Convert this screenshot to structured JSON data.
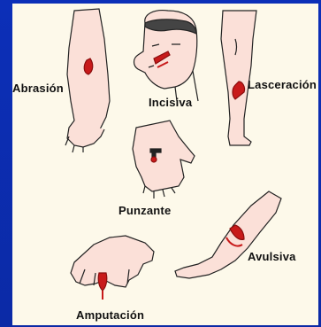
{
  "labels": {
    "abrasion": "Abrasión",
    "incisiva": "Incisiva",
    "lasceracion": "Lasceración",
    "punzante": "Punzante",
    "avulsiva": "Avulsiva",
    "amputacion": "Amputación"
  },
  "colors": {
    "background": "#0b2aa6",
    "panel": "#fdf9ea",
    "skin": "#fbe0d8",
    "outline": "#222222",
    "blood": "#c81a1a"
  }
}
